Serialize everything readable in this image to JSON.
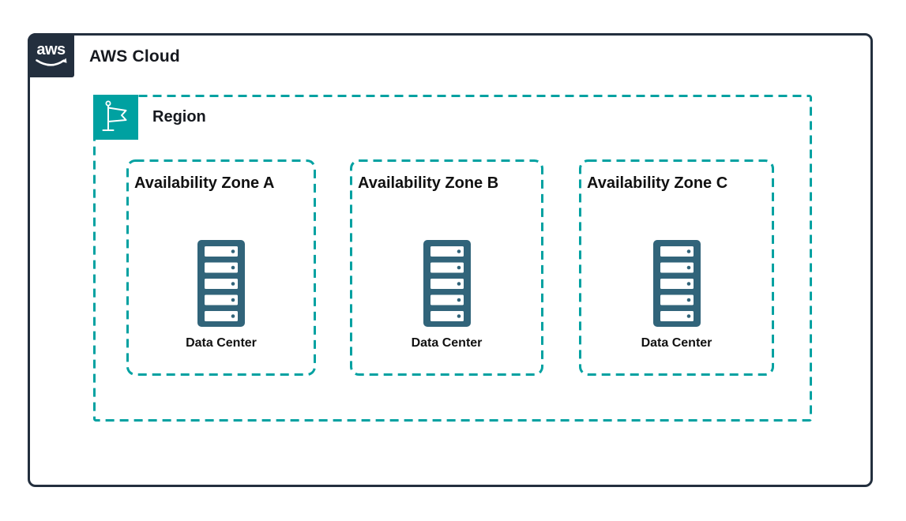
{
  "colors": {
    "aws_dark": "#232F3E",
    "group_teal": "#00A1A1",
    "rack_slate": "#31647A",
    "text_dark": "#16191F"
  },
  "aws_cloud": {
    "label": "AWS Cloud",
    "logo_text": "aws"
  },
  "region": {
    "label": "Region"
  },
  "availability_zones": [
    {
      "label": "Availability Zone A",
      "data_center_label": "Data Center"
    },
    {
      "label": "Availability Zone B",
      "data_center_label": "Data Center"
    },
    {
      "label": "Availability Zone C",
      "data_center_label": "Data Center"
    }
  ]
}
